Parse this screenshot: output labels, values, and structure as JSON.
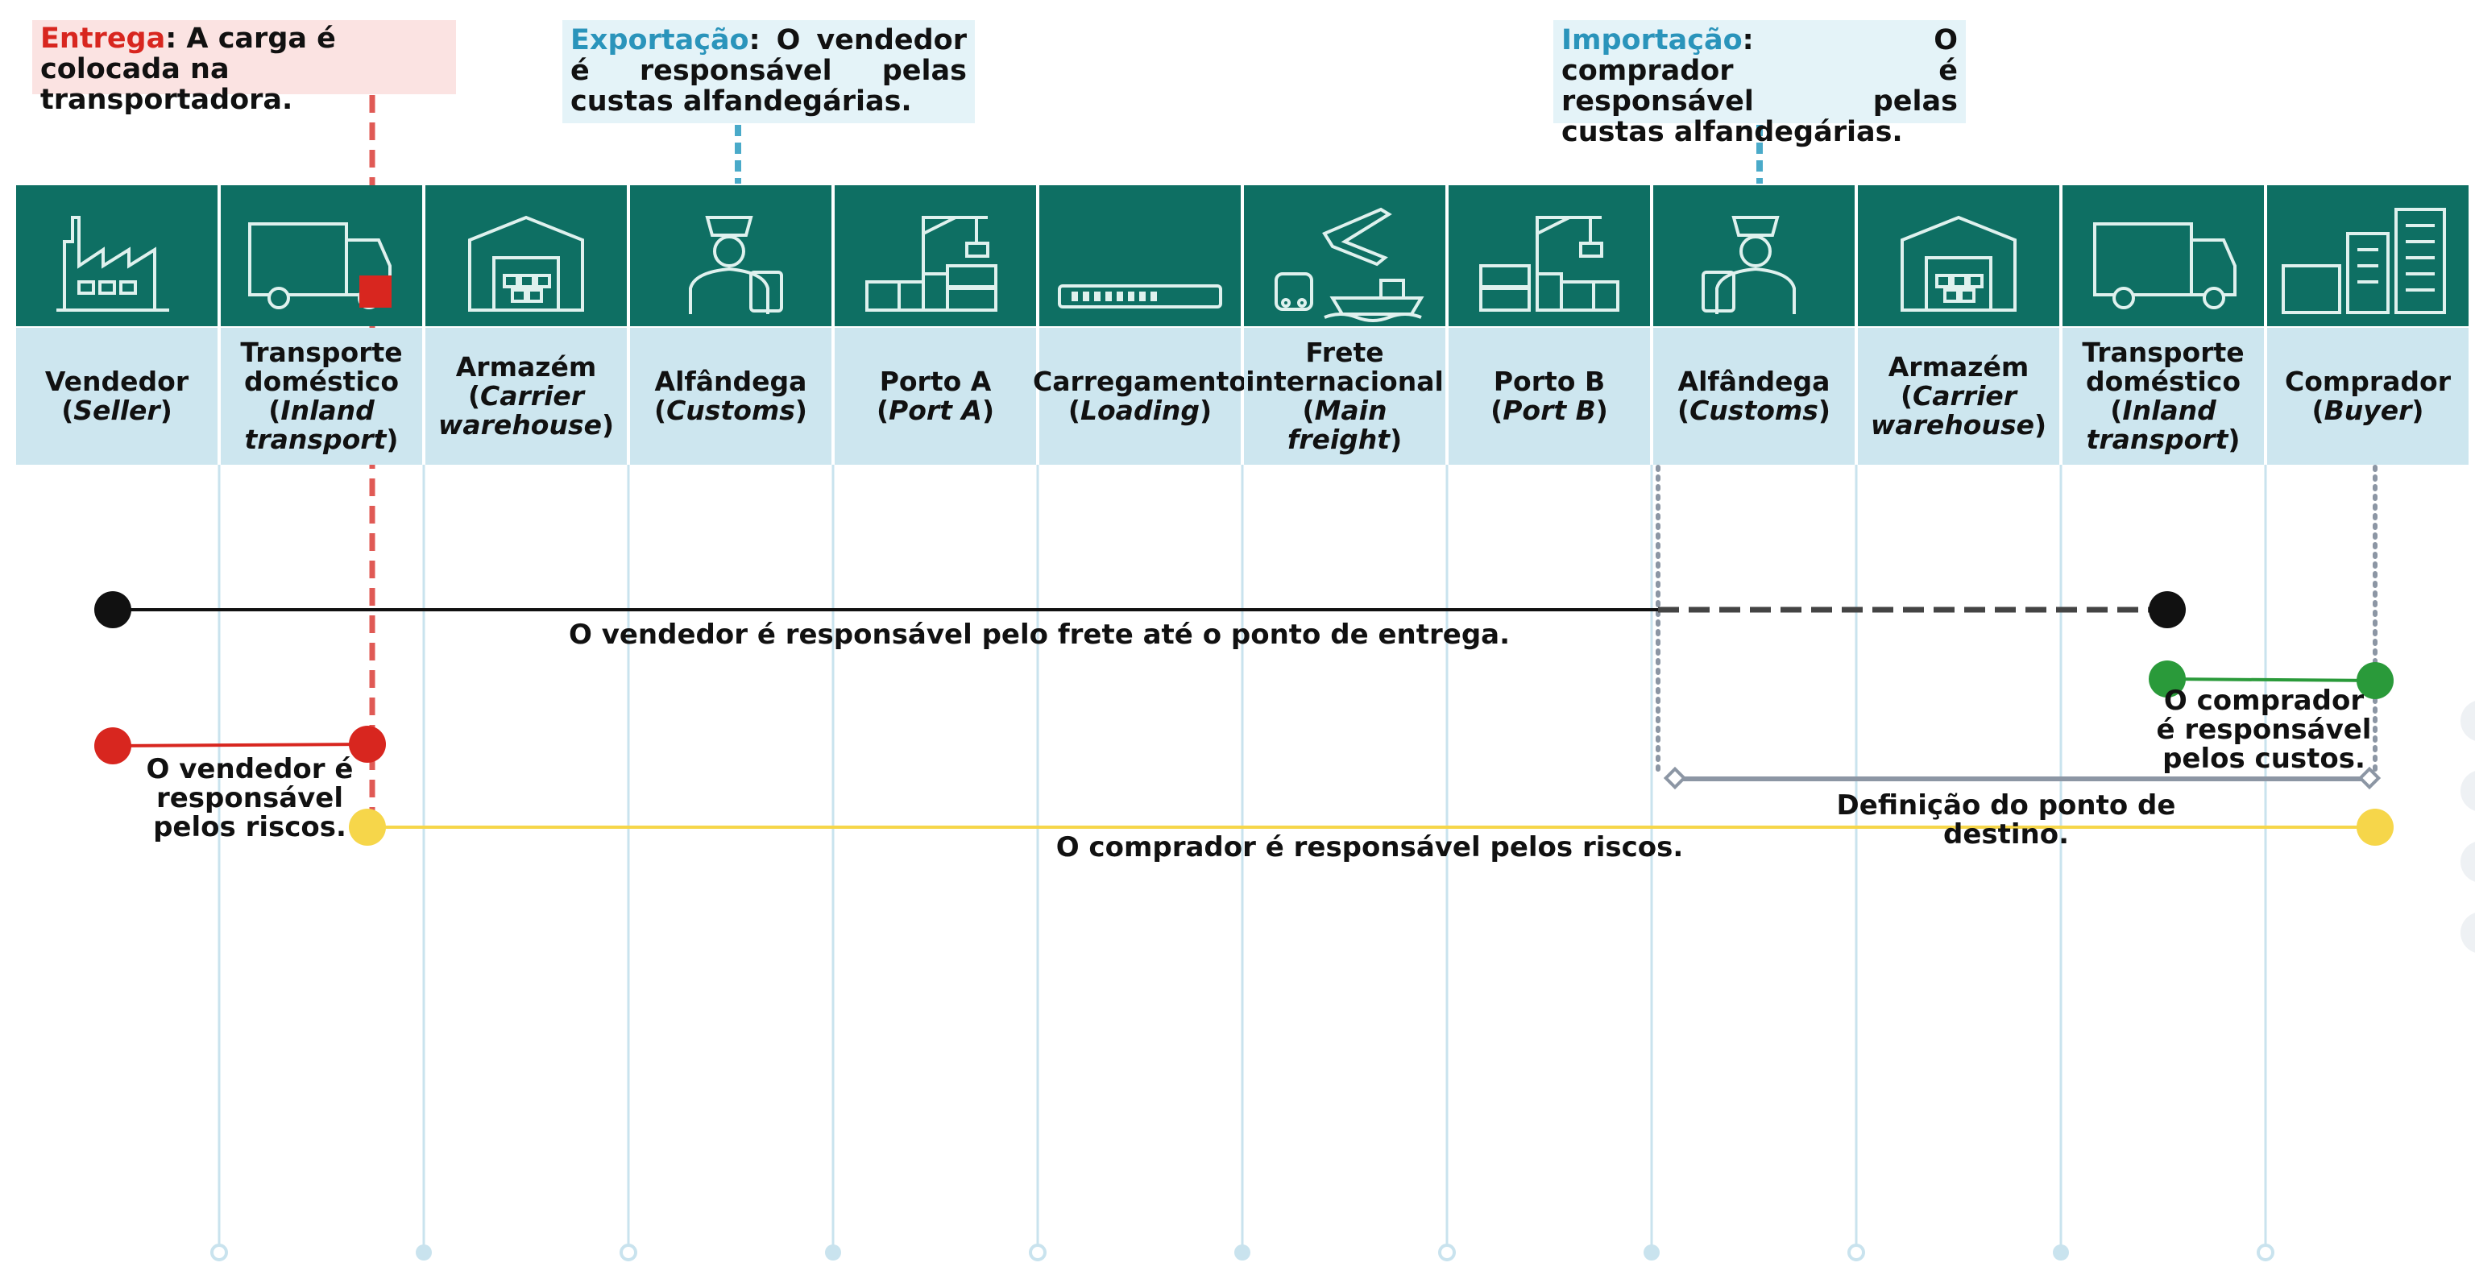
{
  "colors": {
    "header_icon_bg": "#0e6f63",
    "header_label_bg": "#cde6ef",
    "delivery_accent": "#d8261f",
    "export_accent": "#2a94bb",
    "import_accent": "#2a94bb",
    "seller_freight": "#111111",
    "seller_freight_dashed": "#444444",
    "buyer_cost": "#2a9a3a",
    "seller_risk": "#d8261f",
    "buyer_risk": "#f6d64a",
    "destination": "#8c96a4",
    "gridline": "#c9e3ee"
  },
  "callouts": {
    "delivery": {
      "keyword": "Entrega",
      "text": ": A carga é colocada na transportadora."
    },
    "export": {
      "keyword": "Exportação",
      "text": ": O vendedor é responsável pelas custas alfandegárias."
    },
    "import": {
      "keyword": "Importação",
      "text": ": O comprador é responsável pelas custas alfandegárias."
    }
  },
  "stages": [
    {
      "pt": "Vendedor",
      "en": "Seller",
      "icon": "factory-icon"
    },
    {
      "pt": "Transporte doméstico",
      "en": "Inland transport",
      "icon": "truck-icon"
    },
    {
      "pt": "Armazém",
      "en": "Carrier warehouse",
      "icon": "warehouse-icon"
    },
    {
      "pt": "Alfândega",
      "en": "Customs",
      "icon": "customs-officer-icon"
    },
    {
      "pt": "Porto A",
      "en": "Port A",
      "icon": "port-crane-icon"
    },
    {
      "pt": "Carregamento",
      "en": "Loading",
      "icon": "loading-bar-icon"
    },
    {
      "pt": "Frete internacional",
      "en": "Main freight",
      "icon": "plane-ship-train-icon"
    },
    {
      "pt": "Porto B",
      "en": "Port B",
      "icon": "port-crane-icon"
    },
    {
      "pt": "Alfândega",
      "en": "Customs",
      "icon": "customs-officer-icon"
    },
    {
      "pt": "Armazém",
      "en": "Carrier warehouse",
      "icon": "warehouse-icon"
    },
    {
      "pt": "Transporte doméstico",
      "en": "Inland transport",
      "icon": "truck-icon"
    },
    {
      "pt": "Comprador",
      "en": "Buyer",
      "icon": "city-buildings-icon"
    }
  ],
  "annotations": {
    "seller_freight": "O vendedor é responsável pelo frete até o ponto de entrega.",
    "buyer_costs": "O comprador é responsável pelos custos.",
    "seller_risks": "O vendedor é responsável pelos riscos.",
    "destination": "Definição do ponto de destino.",
    "buyer_risks": "O comprador é responsável pelos riscos."
  }
}
